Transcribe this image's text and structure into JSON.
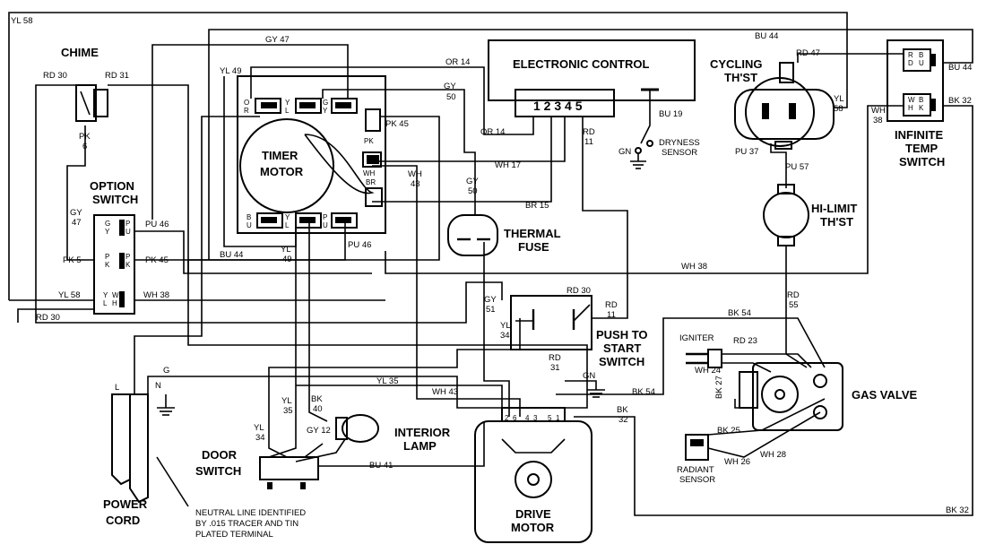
{
  "components": {
    "chime": "CHIME",
    "electronic_control": "ELECTRONIC CONTROL",
    "control_pins": "1 2 3 4 5",
    "cycling_thst": [
      "CYCLING",
      "TH'ST"
    ],
    "infinite_temp_switch": [
      "INFINITE",
      "TEMP",
      "SWITCH"
    ],
    "hilimit_thst": [
      "HI-LIMIT",
      "TH'ST"
    ],
    "timer_motor": [
      "TIMER",
      "MOTOR"
    ],
    "option_switch": [
      "OPTION",
      "SWITCH"
    ],
    "thermal_fuse": [
      "THERMAL",
      "FUSE"
    ],
    "push_to_start": [
      "PUSH TO",
      "START",
      "SWITCH"
    ],
    "dryness_sensor": [
      "DRYNESS",
      "SENSOR"
    ],
    "igniter": "IGNITER",
    "gas_valve": "GAS VALVE",
    "radiant_sensor": [
      "RADIANT",
      "SENSOR"
    ],
    "interior_lamp": [
      "INTERIOR",
      "LAMP"
    ],
    "door_switch": [
      "DOOR",
      "SWITCH"
    ],
    "power_cord": [
      "POWER",
      "CORD"
    ],
    "drive_motor": [
      "DRIVE",
      "MOTOR"
    ],
    "neutral_note": [
      "NEUTRAL LINE IDENTIFIED",
      "BY .015 TRACER AND TIN",
      "PLATED TERMINAL"
    ]
  },
  "wires": {
    "yl58_top": "YL 58",
    "rd30_chime": "RD 30",
    "rd31": "RD 31",
    "pk6": [
      "PK",
      "6"
    ],
    "gy47_top": "GY 47",
    "yl49_top": "YL 49",
    "or14_top": "OR 14",
    "or14_mid": "OR 14",
    "gy50_top": [
      "GY",
      "50"
    ],
    "pk45_timer": "PK 45",
    "bu44_top": "BU 44",
    "rd47": "RD 47",
    "bu44_right": "BU 44",
    "bk32_right": "BK 32",
    "wh38_right": [
      "WH",
      "38"
    ],
    "yl58_right": [
      "YL",
      "58"
    ],
    "bu19": "BU 19",
    "gn_ctrl": "GN",
    "rd11_ctrl": [
      "RD",
      "11"
    ],
    "wh17": "WH 17",
    "wh43_timer": [
      "WH",
      "43"
    ],
    "gy50_mid": [
      "GY",
      "50"
    ],
    "br15": "BR 15",
    "pu37": "PU 37",
    "pu57": "PU 57",
    "gy47_opt": [
      "GY",
      "47"
    ],
    "pu46_opt": "PU 46",
    "pk5": "PK 5",
    "pk45_opt": "PK 45",
    "yl58_opt": "YL 58",
    "wh38_opt": "WH 38",
    "rd30_bottom": "RD 30",
    "bu44_timer": "BU 44",
    "yl49_bottom": [
      "YL",
      "49"
    ],
    "pu46_bottom": "PU 46",
    "wh38_long": "WH 38",
    "rd55": [
      "RD",
      "55"
    ],
    "gy51": [
      "GY",
      "51"
    ],
    "rd30_push": "RD 30",
    "rd11_push": [
      "RD",
      "11"
    ],
    "yl34_push": [
      "YL",
      "34"
    ],
    "bk54": "BK 54",
    "rd23": "RD 23",
    "wh24": "WH 24",
    "bk27": "BK 27",
    "bk25": "BK 25",
    "wh26": "WH 26",
    "wh28": "WH 28",
    "bk54_motor": "BK 54",
    "bk32_motor": [
      "BK",
      "32"
    ],
    "bk32_bottom": "BK 32",
    "rd31_motor": [
      "RD",
      "31"
    ],
    "gn_motor": "GN",
    "yl35_mid": "YL 35",
    "wh43_motor": "WH 43",
    "yl35_lamp": [
      "YL",
      "35"
    ],
    "bk40": [
      "BK",
      "40"
    ],
    "yl34_door": [
      "YL",
      "34"
    ],
    "gy12": "GY 12",
    "bu41": "BU 41",
    "cord_l": "L",
    "cord_n": "N",
    "cord_g": "G"
  },
  "timer_pins": {
    "or": [
      "O",
      "R"
    ],
    "yl": [
      "Y",
      "L"
    ],
    "gy": [
      "G",
      "Y"
    ],
    "pk": "PK",
    "wh": "WH",
    "br": "BR",
    "bu": [
      "B",
      "U"
    ],
    "yl2": [
      "Y",
      "L"
    ],
    "pu": [
      "P",
      "U"
    ]
  },
  "option_pins": [
    [
      "G",
      "Y"
    ],
    [
      "P",
      "U"
    ],
    [
      "P",
      "K"
    ],
    [
      "P",
      "K"
    ],
    [
      "Y",
      "L"
    ],
    [
      "W",
      "H"
    ]
  ],
  "infinite_pins": [
    [
      "R",
      "D"
    ],
    [
      "B",
      "U"
    ],
    [
      "W",
      "H"
    ],
    [
      "B",
      "K"
    ]
  ],
  "motor_pins": [
    "2",
    "6",
    "4",
    "3",
    "5",
    "1"
  ]
}
